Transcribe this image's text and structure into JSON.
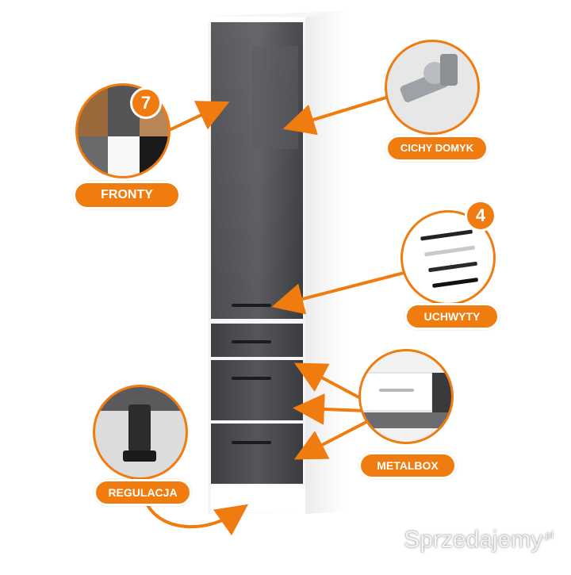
{
  "features": {
    "fronty": {
      "label": "FRONTY",
      "count": "7"
    },
    "cichy_domyk": {
      "label": "CICHY DOMYK"
    },
    "uchwyty": {
      "label": "UCHWYTY",
      "count": "4"
    },
    "metalbox": {
      "label": "METALBOX"
    },
    "regulacja": {
      "label": "REGULACJA"
    }
  },
  "watermark": {
    "text": "Sprzedajemy",
    "suffix": ".pl"
  },
  "colors": {
    "accent": "#f07c10",
    "cabinet_front": "#4a4b4e",
    "cabinet_body": "#f4f4f4",
    "handle": "#1c1c1c"
  },
  "icons": {
    "fronty": "color-swatches-icon",
    "cichy_domyk": "hinge-icon",
    "uchwyty": "handles-icon",
    "metalbox": "drawer-runner-icon",
    "regulacja": "adjustable-foot-icon"
  }
}
